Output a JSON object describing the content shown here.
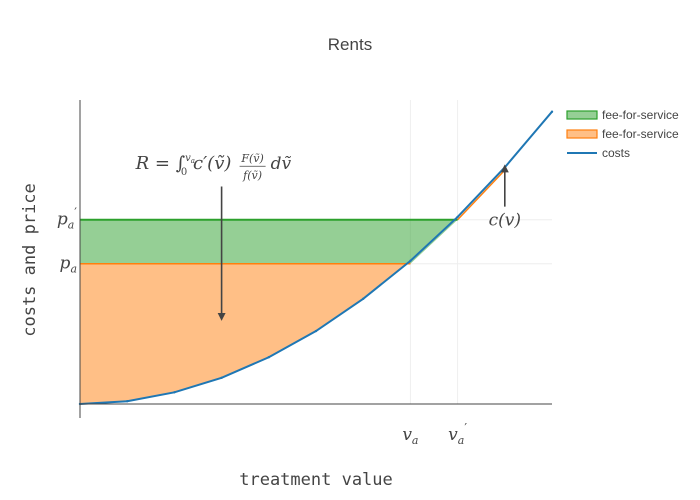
{
  "chart_data": {
    "type": "area",
    "title": "Rents",
    "xlabel": "treatment value",
    "ylabel": "costs and price",
    "xlim": [
      0,
      10
    ],
    "ylim": [
      0,
      6.5
    ],
    "show_tick_numbers": false,
    "grid": true,
    "legend_position": "top-right",
    "ticks": {
      "x": [
        {
          "value": 7,
          "label": "v",
          "sub": "a",
          "prime": false
        },
        {
          "value": 8,
          "label": "v",
          "sub": "a",
          "prime": true
        }
      ],
      "y": [
        {
          "value": 3.0,
          "label": "p",
          "sub": "a",
          "prime": false
        },
        {
          "value": 3.94,
          "label": "p",
          "sub": "a",
          "prime": true
        }
      ]
    },
    "series": [
      {
        "name": "fee-for-service",
        "kind": "fill",
        "color": "#2ca02c",
        "fill_color": "rgba(44,160,44,0.5)",
        "x": [
          0,
          1,
          2,
          3,
          4,
          5,
          6,
          7,
          8
        ],
        "y": [
          3.94,
          3.94,
          3.94,
          3.94,
          3.94,
          3.94,
          3.94,
          3.94,
          3.94
        ],
        "lower_x": [
          0,
          7,
          8
        ],
        "lower_y": [
          3.0,
          3.0,
          3.94
        ]
      },
      {
        "name": "fee-for-service",
        "kind": "fill",
        "color": "#ff7f0e",
        "fill_color": "rgba(255,127,14,0.5)",
        "x": [
          0,
          1,
          2,
          3,
          4,
          5,
          6,
          7
        ],
        "y": [
          3.0,
          3.0,
          3.0,
          3.0,
          3.0,
          3.0,
          3.0,
          3.0
        ],
        "lower_x": [
          0,
          1,
          2,
          3,
          4,
          5,
          6,
          7,
          8,
          9,
          10
        ],
        "lower_y": [
          0,
          0.06,
          0.25,
          0.56,
          1.0,
          1.56,
          2.25,
          3.06,
          4.0,
          5.06,
          6.25
        ],
        "upper_tail_x": [
          8,
          9
        ],
        "upper_tail_y": [
          3.94,
          5.0
        ]
      },
      {
        "name": "costs",
        "kind": "line",
        "color": "#1f77b4",
        "x": [
          0,
          1,
          2,
          3,
          4,
          5,
          6,
          7,
          8,
          9,
          10
        ],
        "y": [
          0,
          0.06,
          0.25,
          0.56,
          1.0,
          1.56,
          2.25,
          3.06,
          4.0,
          5.06,
          6.25
        ]
      }
    ],
    "annotations": [
      {
        "id": "rent",
        "kind": "formula",
        "ax": 3.0,
        "ay": 5.02,
        "head_x": 3.0,
        "head_y": 1.82,
        "tail_y": 4.65,
        "parts": {
          "lhs": "R",
          "eq": "=",
          "int_upper": "v",
          "int_upper_sub": "a",
          "int_lower": "0",
          "integrand": "c′(ṽ)",
          "frac_num": "F(ṽ)",
          "frac_den": "f(ṽ)",
          "dv": "dṽ"
        }
      },
      {
        "id": "cost-label",
        "kind": "label",
        "text": "c(v)",
        "ax": 9.0,
        "ay": 3.94,
        "head_x": 9.0,
        "head_y": 5.08,
        "tail_y": 4.22
      }
    ]
  }
}
